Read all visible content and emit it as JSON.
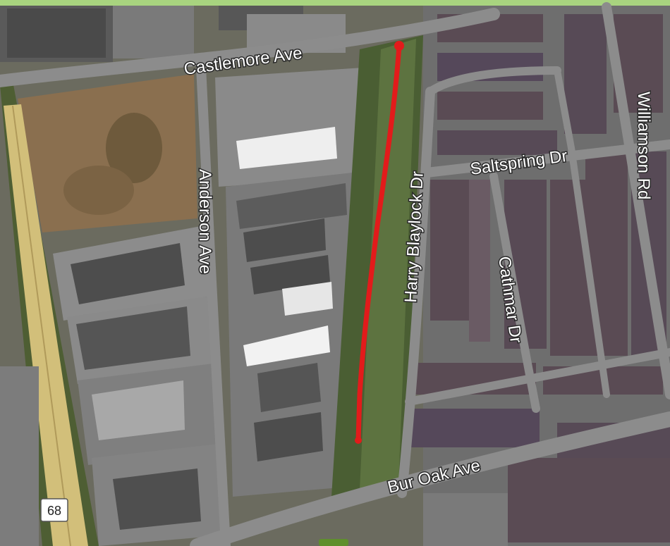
{
  "streets": {
    "castlemore": "Castlemore Ave",
    "anderson": "Anderson Ave",
    "harry_blaylock": "Harry Blaylock Dr",
    "saltspring": "Saltspring Dr",
    "williamson": "Williamson Rd",
    "cathmar": "Cathmar Dr",
    "bur_oak": "Bur Oak Ave"
  },
  "highway_shield": {
    "number": "68"
  },
  "colors": {
    "route_line": "#e21b1b",
    "top_border": "#a8d47f",
    "highway_fill": "#d2bf7a",
    "road_fill": "#8c8c8c",
    "vacant_lot": "#8a6f4f",
    "roof_industrial": "#4d4d4d",
    "roof_white": "#eeeeee",
    "residential_roof": "#5a4b54",
    "vegetation": "#4a5e33",
    "parking": "#7f7f7f"
  },
  "icons": [
    "highway-shield-icon",
    "route-start-marker-icon",
    "map-control-icon"
  ]
}
